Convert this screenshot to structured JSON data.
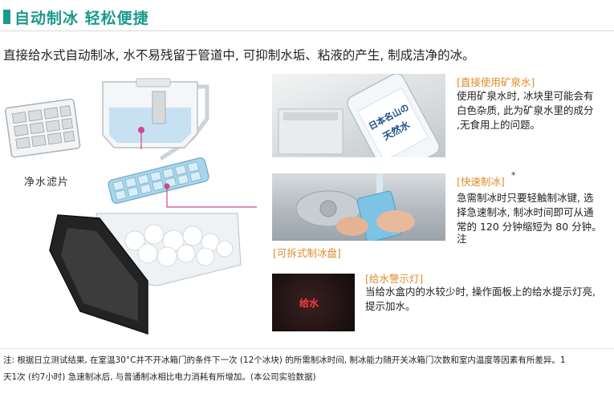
{
  "header": {
    "title": "自动制冰 轻松便捷"
  },
  "intro": "直接给水式自动制冰, 水不易残留于管道中, 可抑制水垢、粘液的产生, 制成洁净的冰。",
  "illustration": {
    "filter_label": "净水滤片"
  },
  "sections": {
    "mineral": {
      "tag": "[直接使用矿泉水]",
      "lines": [
        "使用矿泉水时, 冰块里可能会有",
        "白色杂质, 此为矿泉水里的成分",
        ",无食用上的问题。"
      ],
      "bottle_label": "日本名山の天然水"
    },
    "quick": {
      "tag": "[快速制冰]",
      "star": "*",
      "lines": [
        "急需制冰时只要轻触制冰键, 选",
        "择急速制冰, 制冰时间即可从通",
        "常的 120 分钟缩短为 80 分钟。",
        "注"
      ]
    },
    "tray": {
      "tag": "[可拆式制冰盘]"
    },
    "water_lamp": {
      "tag": "[给水警示灯]",
      "photo_text": "给水",
      "lines": [
        "当给水盒内的水较少时, 操作面板上的给水提示灯亮,",
        "提示加水。"
      ]
    }
  },
  "footnote": {
    "line1": "注: 根据日立测试结果, 在室温30°C并不开冰箱门的条件下一次 (12个冰块) 的所需制冰时间, 制冰能力随开关冰箱门次数和室内温度等因素有所差异。1",
    "line2": "天1次 (约7小时) 急速制冰后, 与普通制冰相比电力消耗有所增加。(本公司实验数据)"
  },
  "colors": {
    "accent": "#1a9a8c",
    "tag": "#e08a2a",
    "pink": "#d0468c"
  }
}
